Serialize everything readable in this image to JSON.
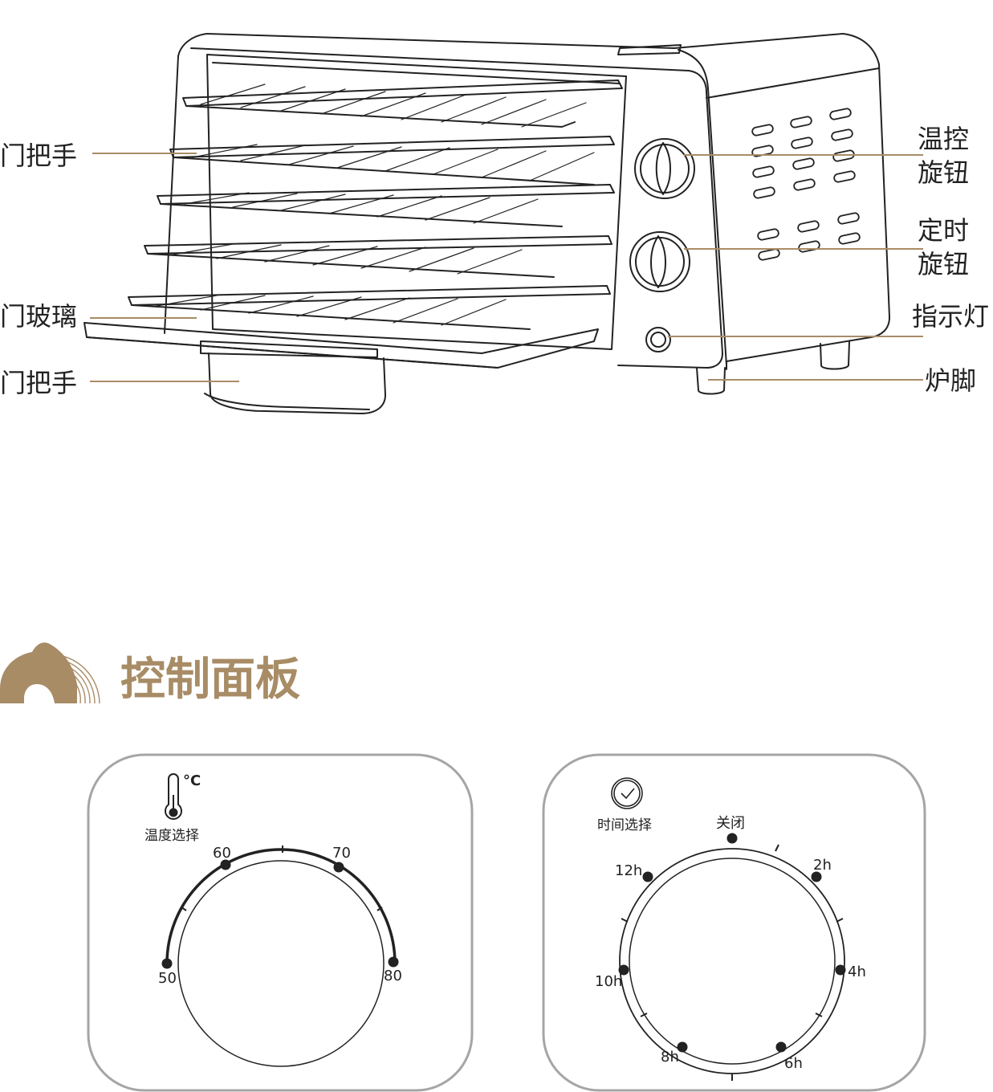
{
  "colors": {
    "accent": "#a88c66",
    "line": "#222222",
    "panel_border": "#a5a5a5",
    "leader": "#a88c66"
  },
  "labels": {
    "door_handle_top": "门把手",
    "door_glass": "门玻璃",
    "door_handle_bottom": "门把手",
    "temp_knob_1": "温控",
    "temp_knob_2": "旋钮",
    "timer_knob_1": "定时",
    "timer_knob_2": "旋钮",
    "indicator": "指示灯",
    "feet": "炉脚"
  },
  "section": {
    "title": "控制面板",
    "icon": "brand-logo-icon"
  },
  "temp_panel": {
    "icon": "thermometer-icon",
    "unit": "°C",
    "caption": "温度选择",
    "marks": [
      "50",
      "60",
      "70",
      "80"
    ]
  },
  "timer_panel": {
    "icon": "clock-icon",
    "caption": "时间选择",
    "marks": [
      "关闭",
      "2h",
      "4h",
      "6h",
      "8h",
      "10h",
      "12h"
    ]
  }
}
